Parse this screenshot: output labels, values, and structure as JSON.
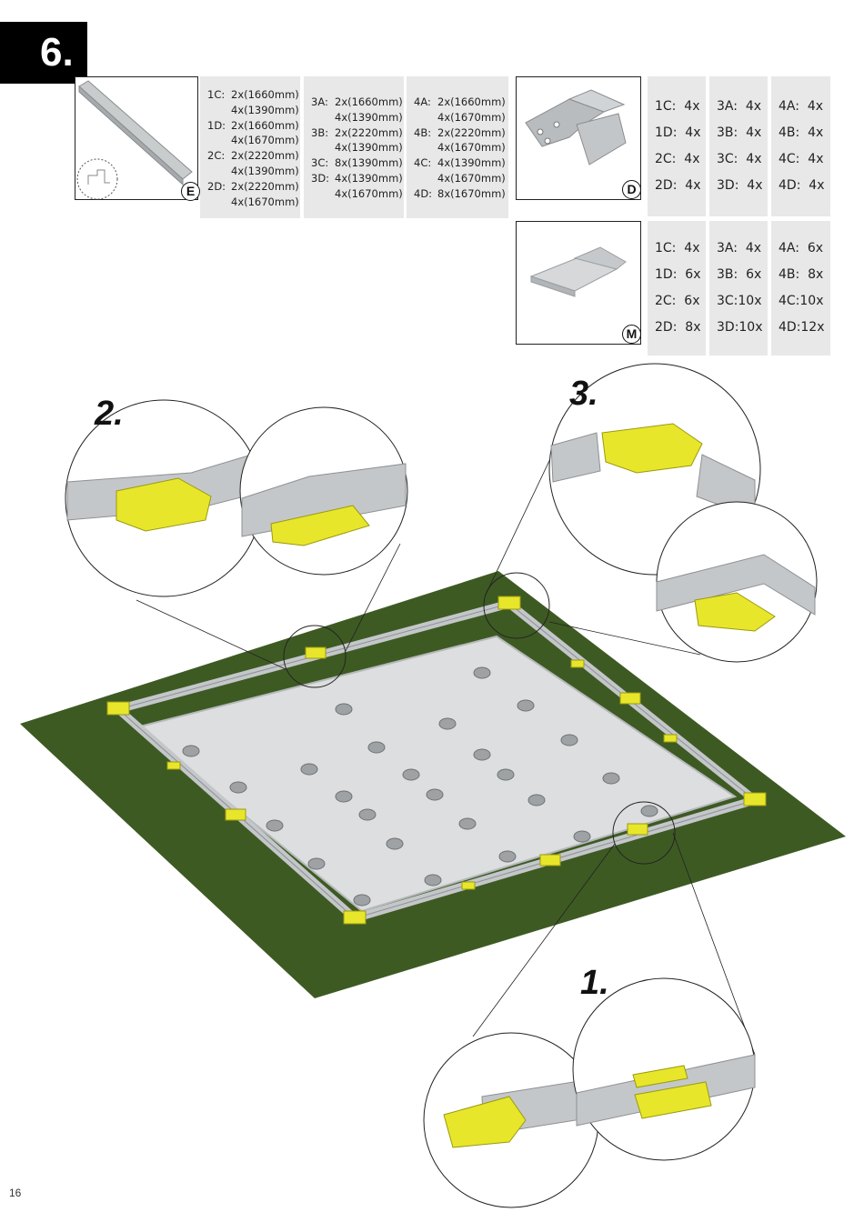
{
  "step": {
    "number": "6."
  },
  "page_number": "16",
  "parts": {
    "E": {
      "letter": "E",
      "columns": [
        [
          {
            "code": "1C:",
            "val": "2x(1660mm)"
          },
          {
            "code": "",
            "val": "4x(1390mm)"
          },
          {
            "code": "1D:",
            "val": "2x(1660mm)"
          },
          {
            "code": "",
            "val": "4x(1670mm)"
          },
          {
            "code": "2C:",
            "val": "2x(2220mm)"
          },
          {
            "code": "",
            "val": "4x(1390mm)"
          },
          {
            "code": "2D:",
            "val": "2x(2220mm)"
          },
          {
            "code": "",
            "val": "4x(1670mm)"
          }
        ],
        [
          {
            "code": "3A:",
            "val": "2x(1660mm)"
          },
          {
            "code": "",
            "val": "4x(1390mm)"
          },
          {
            "code": "3B:",
            "val": "2x(2220mm)"
          },
          {
            "code": "",
            "val": "4x(1390mm)"
          },
          {
            "code": "3C:",
            "val": "8x(1390mm)"
          },
          {
            "code": "3D:",
            "val": "4x(1390mm)"
          },
          {
            "code": "",
            "val": "4x(1670mm)"
          }
        ],
        [
          {
            "code": "4A:",
            "val": "2x(1660mm)"
          },
          {
            "code": "",
            "val": "4x(1670mm)"
          },
          {
            "code": "4B:",
            "val": "2x(2220mm)"
          },
          {
            "code": "",
            "val": "4x(1670mm)"
          },
          {
            "code": "4C:",
            "val": "4x(1390mm)"
          },
          {
            "code": "",
            "val": "4x(1670mm)"
          },
          {
            "code": "4D:",
            "val": "8x(1670mm)"
          }
        ]
      ]
    },
    "D": {
      "letter": "D",
      "columns": [
        [
          "1C:  4x",
          "1D:  4x",
          "2C:  4x",
          "2D:  4x"
        ],
        [
          "3A:  4x",
          "3B:  4x",
          "3C:  4x",
          "3D:  4x"
        ],
        [
          "4A:  4x",
          "4B:  4x",
          "4C:  4x",
          "4D:  4x"
        ]
      ]
    },
    "M": {
      "letter": "M",
      "columns": [
        [
          "1C:  4x",
          "1D:  6x",
          "2C:  6x",
          "2D:  8x"
        ],
        [
          "3A:  4x",
          "3B:  6x",
          "3C:10x",
          "3D:10x"
        ],
        [
          "4A:  6x",
          "4B:  8x",
          "4C:10x",
          "4D:12x"
        ]
      ]
    }
  },
  "callouts": {
    "one": "1.",
    "two": "2.",
    "three": "3."
  },
  "colors": {
    "grass": "#3e5a23",
    "bracket": "#e8e62a",
    "rail": "#c4c7c9",
    "floor": "#dcdedf"
  }
}
